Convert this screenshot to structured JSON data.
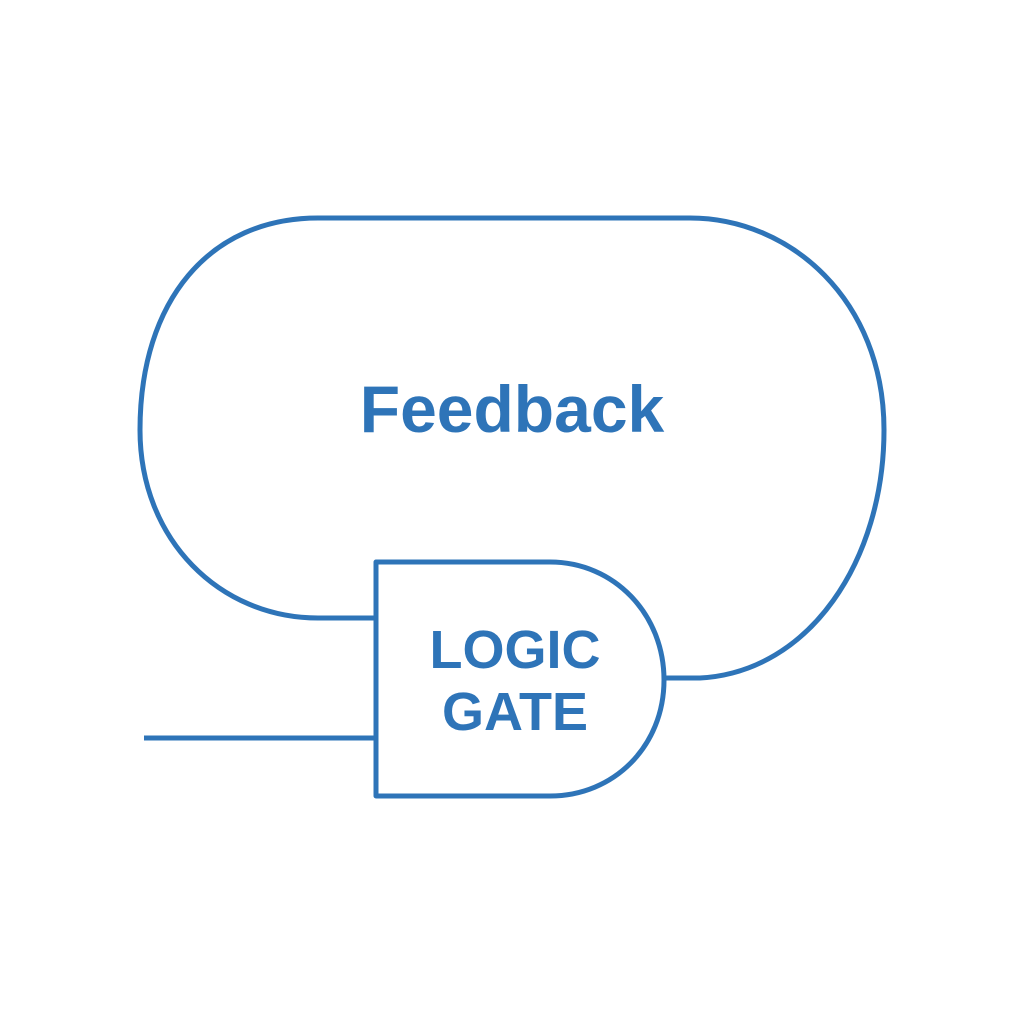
{
  "diagram": {
    "feedback_label": "Feedback",
    "gate_label_line1": "LOGIC",
    "gate_label_line2": "GATE"
  },
  "colors": {
    "stroke": "#2e74b8",
    "text": "#2e74b8",
    "background": "#ffffff"
  }
}
